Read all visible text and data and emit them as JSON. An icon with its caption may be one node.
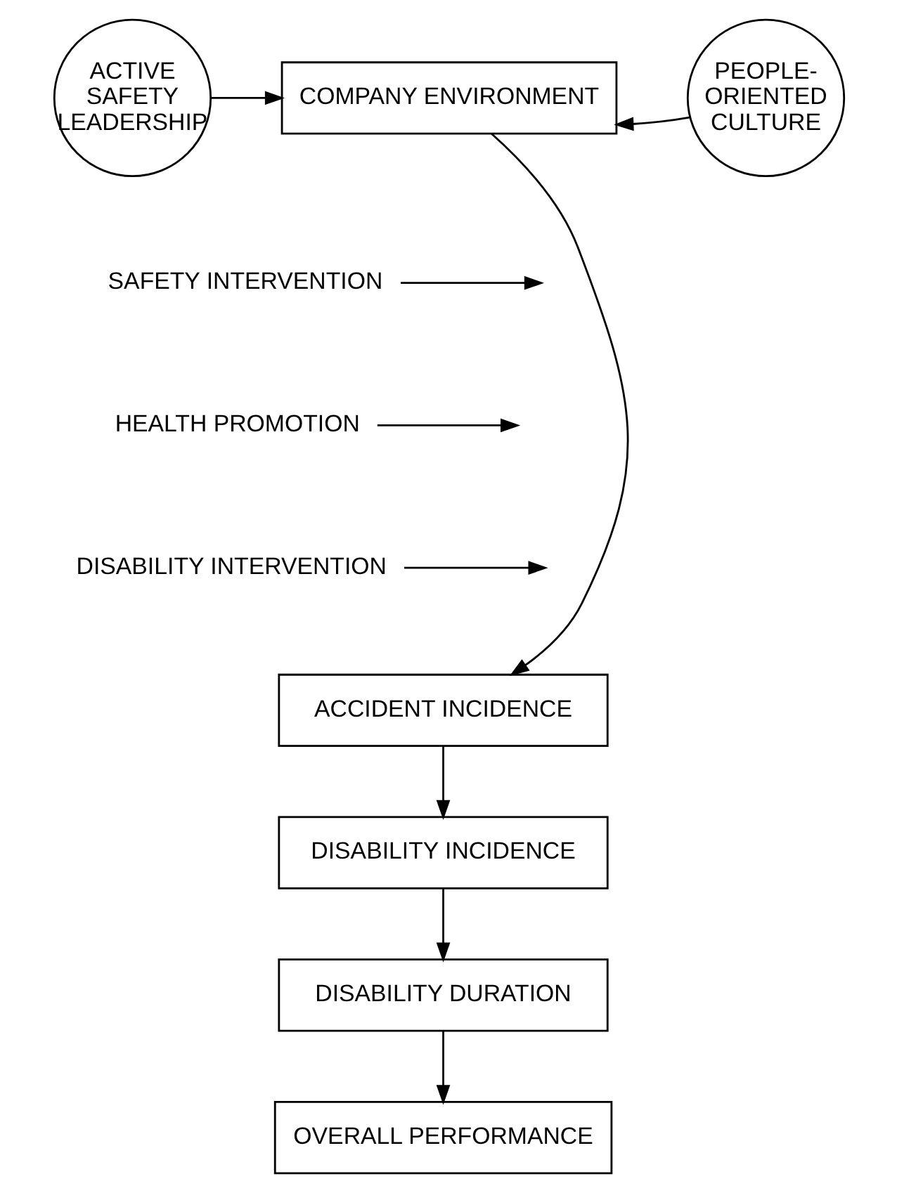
{
  "diagram": {
    "nodes": [
      {
        "text": [
          "ACTIVE SAFETY LEADERSHIP"
        ]
      },
      {
        "text": [
          "COMPANY ENVIRONMENT"
        ]
      },
      {
        "text": [
          "PEOPLE-ORIENTED CULTURE"
        ]
      },
      {
        "text": [
          "SAFETY INTERVENTION"
        ]
      },
      {
        "text": [
          "HEALTH PROMOTION"
        ]
      },
      {
        "text": [
          "DISABILITY INTERVENTION"
        ]
      },
      {
        "text": [
          "ACCIDENT INCIDENCE"
        ]
      },
      {
        "text": [
          "DISABILITY INCIDENCE"
        ]
      },
      {
        "text": [
          "DISABILITY DURATION"
        ]
      },
      {
        "text": [
          "OVERALL PERFORMANCE"
        ]
      }
    ],
    "edges": [
      {
        "from": 0,
        "to": 1,
        "arrow": "to"
      },
      {
        "from": 2,
        "to": 1,
        "arrow": "to"
      },
      {
        "from": 1,
        "to": 6,
        "arrow": "to"
      },
      {
        "from": 3,
        "to": null,
        "arrow": "to"
      },
      {
        "from": 4,
        "to": null,
        "arrow": "to"
      },
      {
        "from": 5,
        "to": null,
        "arrow": "to"
      },
      {
        "from": 6,
        "to": 7,
        "arrow": "to"
      },
      {
        "from": 7,
        "to": 8,
        "arrow": "to"
      },
      {
        "from": 8,
        "to": 9,
        "arrow": "to"
      }
    ]
  }
}
